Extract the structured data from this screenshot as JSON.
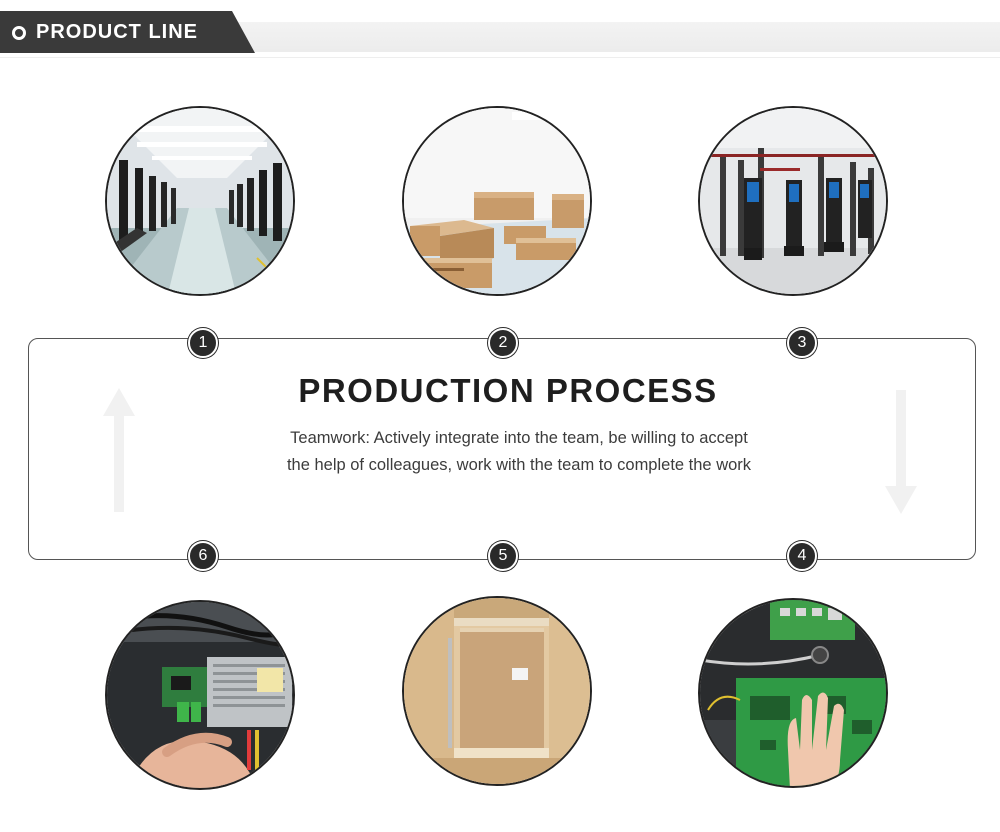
{
  "header": {
    "title": "PRODUCT LINE",
    "colors": {
      "tab": "#3a3a3a",
      "band": "#eeeeee",
      "text": "#ffffff"
    }
  },
  "process": {
    "title": "PRODUCTION PROCESS",
    "description": "Teamwork: Actively integrate into the team, be willing to accept the help of colleagues, work with the team to complete the work",
    "steps": [
      {
        "number": "1",
        "photo": "factory-hall-photo"
      },
      {
        "number": "2",
        "photo": "packed-cartons-photo"
      },
      {
        "number": "3",
        "photo": "kiosk-assembly-photo"
      },
      {
        "number": "4",
        "photo": "circuit-board-photo"
      },
      {
        "number": "5",
        "photo": "wooden-crate-photo"
      },
      {
        "number": "6",
        "photo": "wiring-photo"
      }
    ],
    "arrows": {
      "left": "up-arrow-icon",
      "right": "down-arrow-icon"
    },
    "colors": {
      "border": "#555555",
      "badge": "#2a2a2a",
      "title": "#1e1e1e"
    }
  }
}
